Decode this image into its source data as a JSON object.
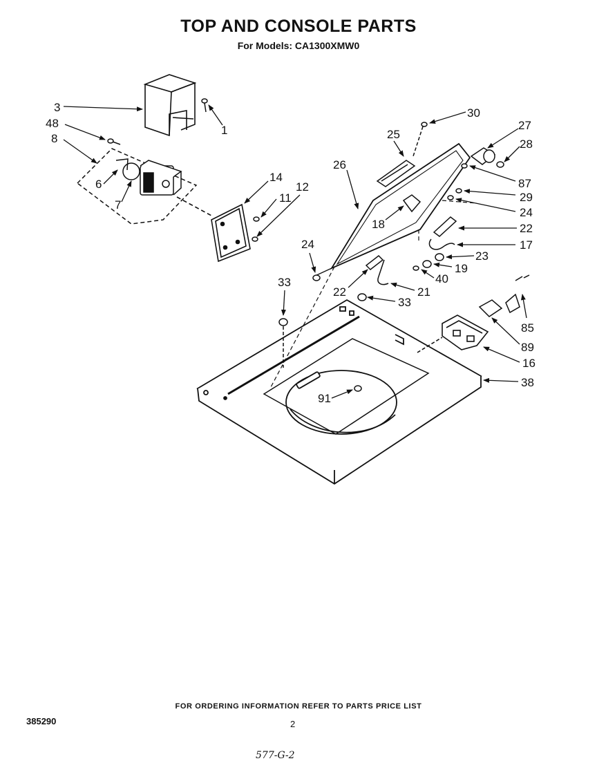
{
  "header": {
    "title": "TOP AND CONSOLE PARTS",
    "subtitle": "For Models: CA1300XMW0"
  },
  "callouts": {
    "c1": "1",
    "c3": "3",
    "c48": "48",
    "c8": "8",
    "c6": "6",
    "c7": "7",
    "c14": "14",
    "c11": "11",
    "c12": "12",
    "c30": "30",
    "c25": "25",
    "c26": "26",
    "c27": "27",
    "c28": "28",
    "c87": "87",
    "c29": "29",
    "c24a": "24",
    "c18": "18",
    "c22a": "22",
    "c17": "17",
    "c24b": "24",
    "c23": "23",
    "c19": "19",
    "c40": "40",
    "c21": "21",
    "c22b": "22",
    "c33a": "33",
    "c33b": "33",
    "c85": "85",
    "c89": "89",
    "c16": "16",
    "c38": "38",
    "c91": "91"
  },
  "footer": {
    "ordering_note": "FOR ORDERING INFORMATION REFER TO PARTS PRICE LIST",
    "doc_number": "385290",
    "page_number": "2",
    "handwritten": "577-G-2"
  }
}
